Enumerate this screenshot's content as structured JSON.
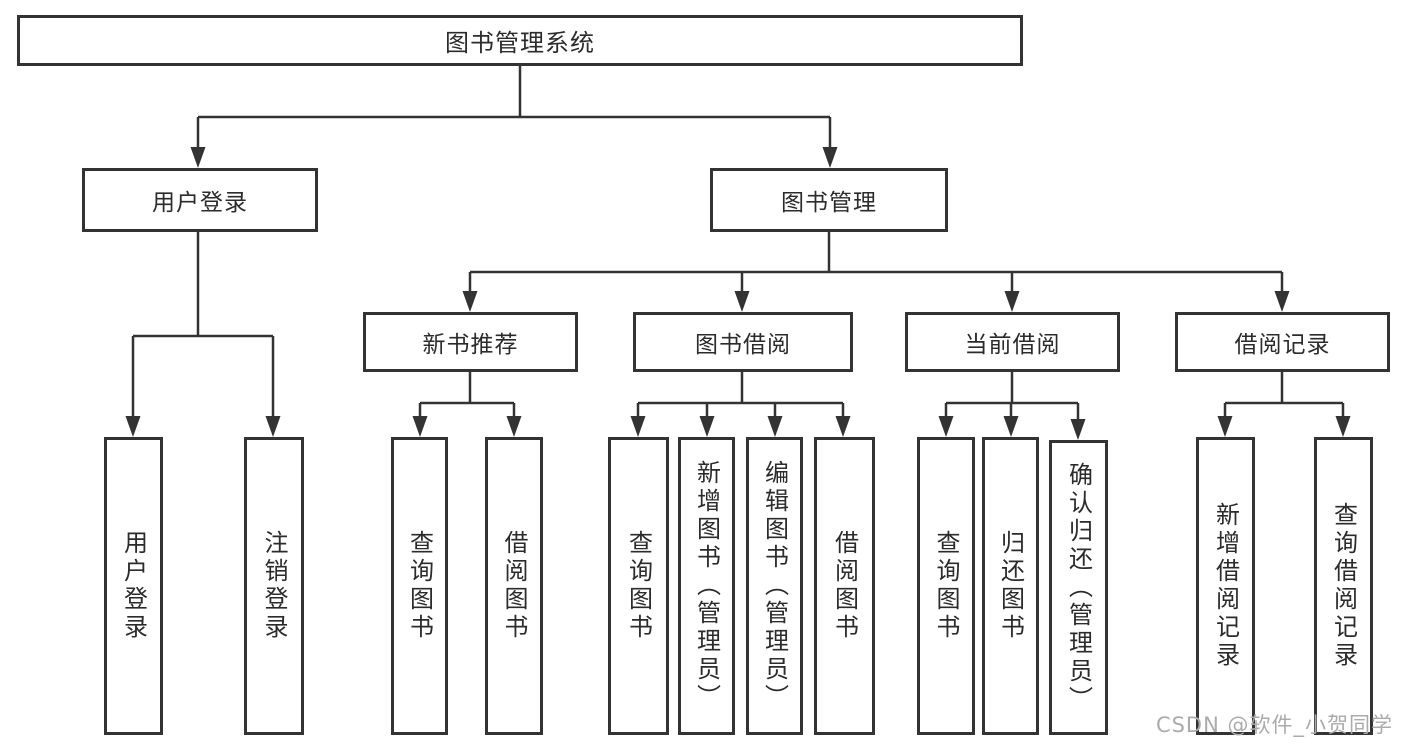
{
  "tree": {
    "root": {
      "label": "图书管理系统"
    },
    "branches": [
      {
        "label": "用户登录",
        "children": [
          {
            "label": "用户登录"
          },
          {
            "label": "注销登录"
          }
        ]
      },
      {
        "label": "图书管理",
        "children": [
          {
            "label": "新书推荐",
            "children": [
              {
                "label": "查询图书"
              },
              {
                "label": "借阅图书"
              }
            ]
          },
          {
            "label": "图书借阅",
            "children": [
              {
                "label": "查询图书"
              },
              {
                "label": "新增图书（管理员）"
              },
              {
                "label": "编辑图书（管理员）"
              },
              {
                "label": "借阅图书"
              }
            ]
          },
          {
            "label": "当前借阅",
            "children": [
              {
                "label": "查询图书"
              },
              {
                "label": "归还图书"
              },
              {
                "label": "确认归还（管理员）"
              }
            ]
          },
          {
            "label": "借阅记录",
            "children": [
              {
                "label": "新增借阅记录"
              },
              {
                "label": "查询借阅记录"
              }
            ]
          }
        ]
      }
    ]
  },
  "watermark": {
    "text": "CSDN @软件_小贺同学"
  },
  "colors": {
    "line": "#333333",
    "text": "#2b2b2b",
    "watermark": "#ababab",
    "background": "#ffffff"
  }
}
